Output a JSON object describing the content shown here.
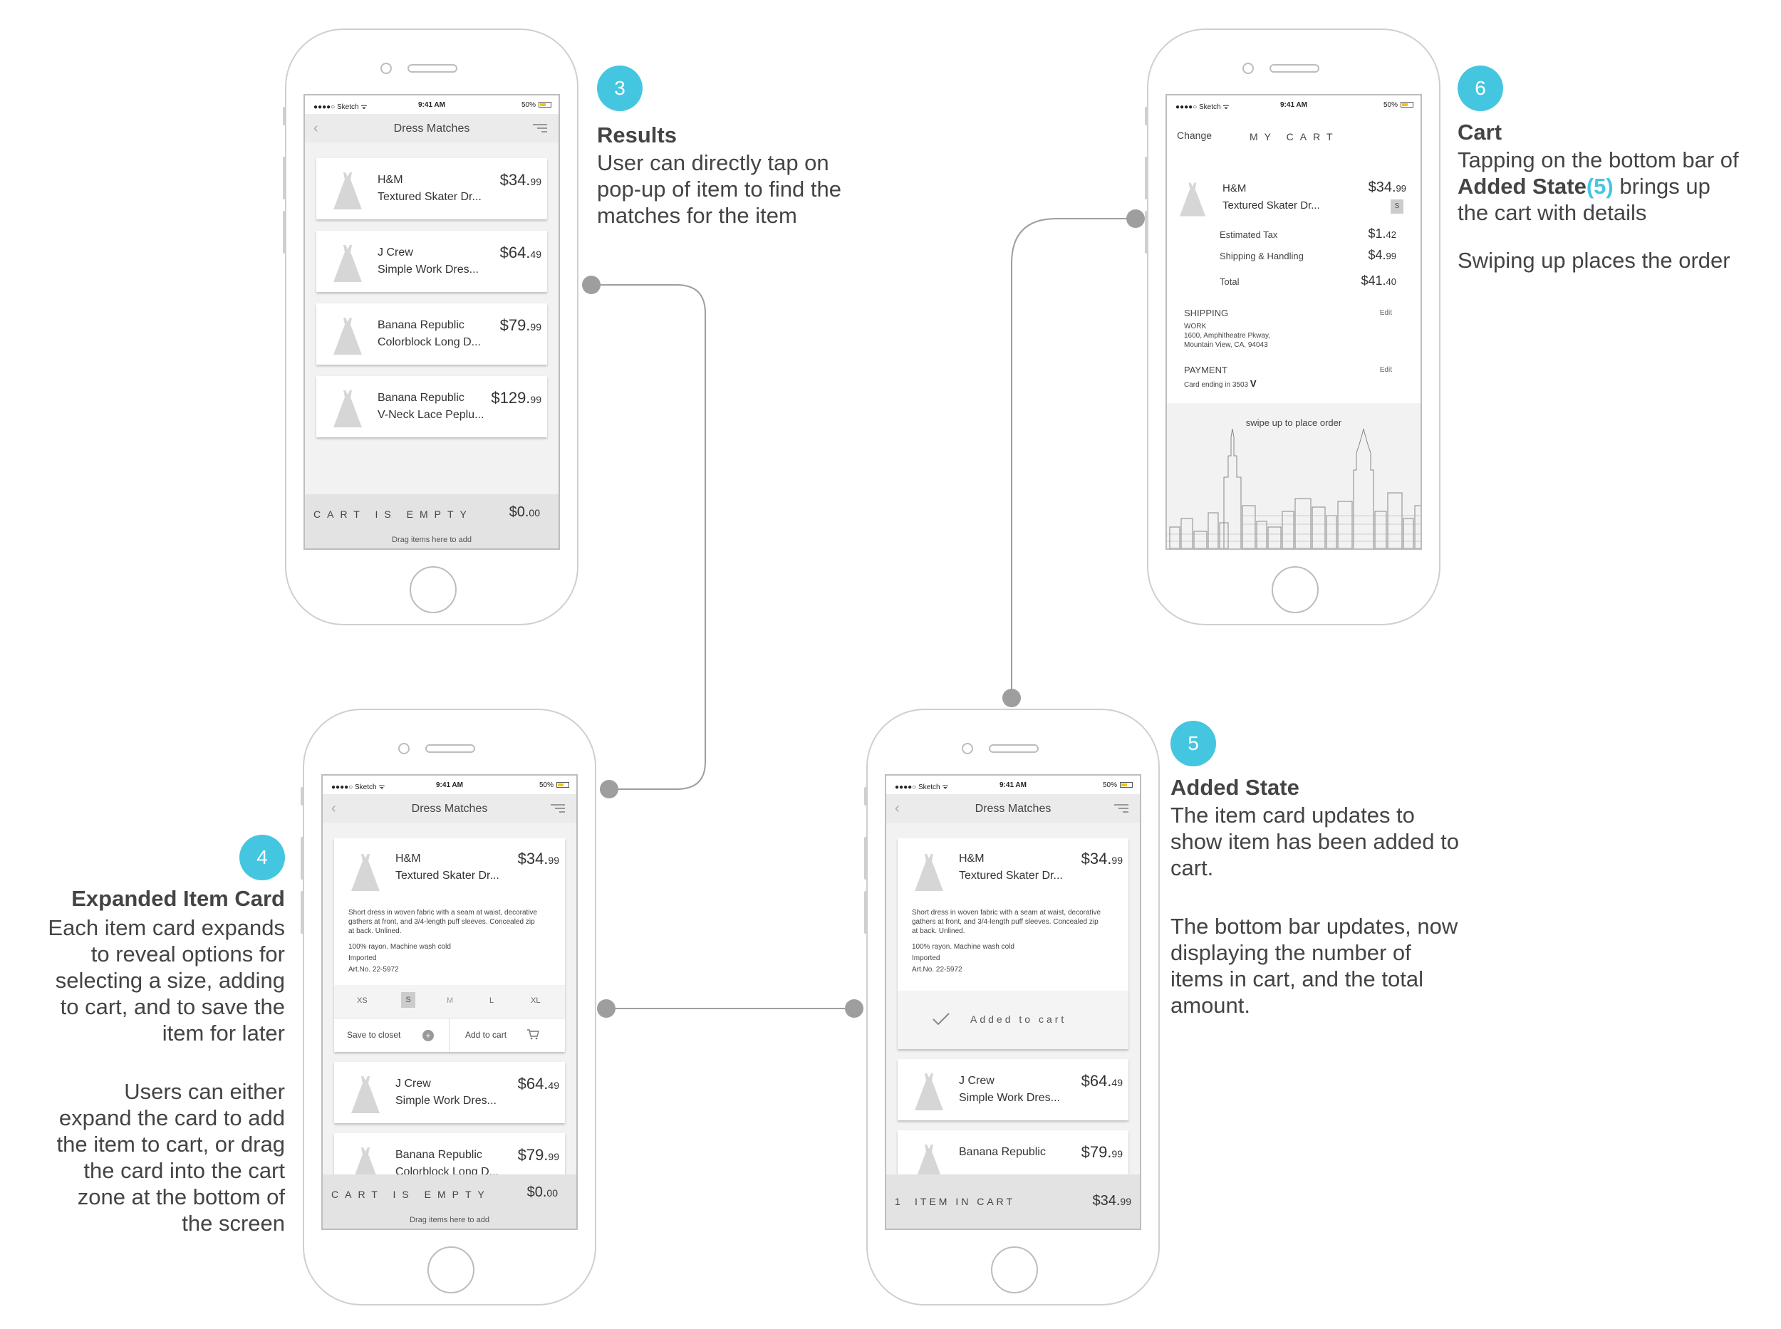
{
  "status": {
    "carrier": "●●●●○ Sketch ᯤ",
    "time": "9:41 AM",
    "battery": "50%"
  },
  "results_screen": {
    "title": "Dress Matches",
    "items": [
      {
        "brand": "H&M",
        "name": "Textured Skater Dr...",
        "price_main": "$34.",
        "price_cents": "99"
      },
      {
        "brand": "J Crew",
        "name": "Simple Work Dres...",
        "price_main": "$64.",
        "price_cents": "49"
      },
      {
        "brand": "Banana Republic",
        "name": "Colorblock Long D...",
        "price_main": "$79.",
        "price_cents": "99"
      },
      {
        "brand": "Banana Republic",
        "name": "V-Neck Lace Peplu...",
        "price_main": "$129.",
        "price_cents": "99"
      }
    ],
    "cart_label": "CART IS EMPTY",
    "cart_amount_main": "$0.",
    "cart_amount_cents": "00",
    "cart_hint": "Drag items here to add"
  },
  "expanded_screen": {
    "title": "Dress Matches",
    "item": {
      "brand": "H&M",
      "name": "Textured Skater Dr...",
      "price_main": "$34.",
      "price_cents": "99"
    },
    "description": "Short dress in woven fabric with a seam at waist, decorative gathers at front, and 3/4-length puff sleeves. Concealed zip at back. Unlined.",
    "material": "100% rayon. Machine wash cold",
    "origin": "Imported",
    "art_no": "Art.No. 22-5972",
    "sizes": [
      "XS",
      "S",
      "M",
      "L",
      "XL"
    ],
    "save_label": "Save to closet",
    "add_label": "Add to cart",
    "item2": {
      "brand": "J Crew",
      "name": "Simple Work Dres...",
      "price_main": "$64.",
      "price_cents": "49"
    },
    "item3": {
      "brand": "Banana Republic",
      "name": "Colorblock Long D...",
      "price_main": "$79.",
      "price_cents": "99"
    },
    "cart_label": "CART IS EMPTY",
    "cart_amount_main": "$0.",
    "cart_amount_cents": "00",
    "cart_hint": "Drag items here to add"
  },
  "added_screen": {
    "title": "Dress Matches",
    "item": {
      "brand": "H&M",
      "name": "Textured Skater Dr...",
      "price_main": "$34.",
      "price_cents": "99"
    },
    "description": "Short dress in woven fabric with a seam at waist, decorative gathers at front, and 3/4-length puff sleeves. Concealed zip at back. Unlined.",
    "material": "100% rayon. Machine wash cold",
    "origin": "Imported",
    "art_no": "Art.No. 22-5972",
    "added_label": "Added to cart",
    "item2": {
      "brand": "J Crew",
      "name": "Simple Work Dres...",
      "price_main": "$64.",
      "price_cents": "49"
    },
    "item3": {
      "brand": "Banana Republic",
      "name": "",
      "price_main": "$79.",
      "price_cents": "99"
    },
    "cart_count": "1",
    "cart_label": "ITEM IN CART",
    "cart_amount_main": "$34.",
    "cart_amount_cents": "99"
  },
  "cart_screen": {
    "change_label": "Change",
    "title": "MY CART",
    "item": {
      "brand": "H&M",
      "name": "Textured Skater Dr...",
      "price_main": "$34.",
      "price_cents": "99",
      "size": "S"
    },
    "tax_label": "Estimated Tax",
    "tax_main": "$1.",
    "tax_cents": "42",
    "ship_label": "Shipping & Handling",
    "ship_main": "$4.",
    "ship_cents": "99",
    "total_label": "Total",
    "total_main": "$41.",
    "total_cents": "40",
    "shipping_heading": "SHIPPING",
    "edit_label": "Edit",
    "address_name": "WORK",
    "address_line1": "1600, Amphitheatre Pkway,",
    "address_line2": "Mountain View, CA, 94043",
    "payment_heading": "PAYMENT",
    "payment_text": "Card ending in 3503",
    "card_brand": "V",
    "swipe_label": "swipe up to place order"
  },
  "annotations": {
    "step3": {
      "num": "3",
      "title": "Results",
      "lines": [
        "User can directly tap on",
        "pop-up of item to find the",
        "matches for the item"
      ]
    },
    "step4": {
      "num": "4",
      "title": "Expanded Item Card",
      "lines": [
        "Each item card expands",
        "to reveal options for",
        "selecting a size, adding",
        "to cart, and to save the",
        "item for later"
      ],
      "lines2": [
        "Users can either",
        "expand the card to add",
        "the item to cart, or drag",
        "the card into the cart",
        "zone at the bottom of",
        "the screen"
      ]
    },
    "step5": {
      "num": "5",
      "title": "Added State",
      "lines": [
        "The item card updates to",
        "show item has been added to",
        "cart."
      ],
      "lines2": [
        "The bottom bar updates, now",
        "displaying the number of",
        "items in cart, and the total",
        "amount."
      ]
    },
    "step6": {
      "num": "6",
      "title": "Cart",
      "line1": "Tapping on the bottom bar of",
      "line2_bold": "Added State",
      "line2_ref": "(5)",
      "line2_rest": " brings up",
      "line3": "the cart with details",
      "line4": "Swiping up places the order"
    }
  },
  "colors": {
    "accent": "#44c6e0",
    "connector": "#9e9e9e",
    "size_selected": "#cccccc"
  }
}
